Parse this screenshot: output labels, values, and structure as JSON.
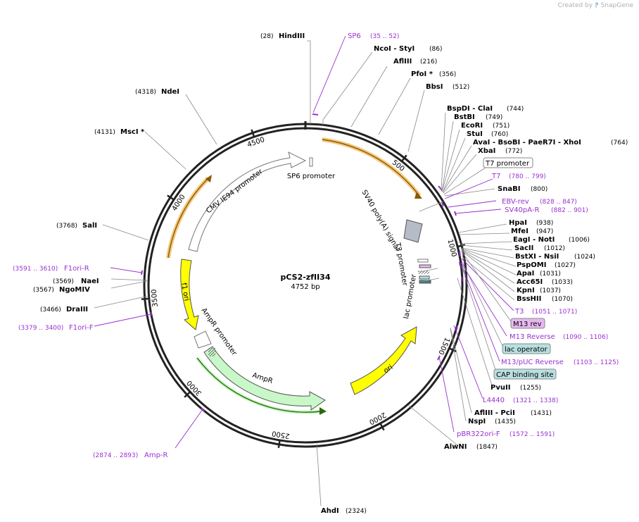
{
  "credit": {
    "created_by": "Created by",
    "logo_text": "SnapGene"
  },
  "plasmid": {
    "name": "pCS2-zfII34",
    "size_label": "4752 bp",
    "length": 4752
  },
  "colors": {
    "site_label": "#000000",
    "feature_label": "#9b30d0",
    "backbone": "#222222",
    "arrow_yellow": "#ffff00",
    "arrow_green": "#c8f7c8",
    "arrow_white": "#ffffff",
    "primer_orange": "#f5c77e",
    "box_teal": "#b8e0e0",
    "box_purple": "#e6b8f0"
  },
  "ticks": [
    "500",
    "1000",
    "1500",
    "2000",
    "2500",
    "3000",
    "3500",
    "4000",
    "4500"
  ],
  "sites": [
    {
      "name": "HindIII",
      "pos": "(28)"
    },
    {
      "name": "NcoI  - StyI",
      "pos": "(86)"
    },
    {
      "name": "AflIII",
      "pos": "(216)"
    },
    {
      "name": "PfoI *",
      "pos": "(356)"
    },
    {
      "name": "BbsI",
      "pos": "(512)"
    },
    {
      "name": "BspDI  - ClaI",
      "pos": "(744)"
    },
    {
      "name": "BstBI",
      "pos": "(749)"
    },
    {
      "name": "EcoRI",
      "pos": "(751)"
    },
    {
      "name": "StuI",
      "pos": "(760)"
    },
    {
      "name": "AvaI  - BsoBI  - PaeR7I  - XhoI",
      "pos": "(764)"
    },
    {
      "name": "XbaI",
      "pos": "(772)"
    },
    {
      "name": "SnaBI",
      "pos": "(800)"
    },
    {
      "name": "HpaI",
      "pos": "(938)"
    },
    {
      "name": "MfeI",
      "pos": "(947)"
    },
    {
      "name": "EagI  - NotI",
      "pos": "(1006)"
    },
    {
      "name": "SacII",
      "pos": "(1012)"
    },
    {
      "name": "BstXI  - NsiI",
      "pos": "(1024)"
    },
    {
      "name": "PspOMI",
      "pos": "(1027)"
    },
    {
      "name": "ApaI",
      "pos": "(1031)"
    },
    {
      "name": "Acc65I",
      "pos": "(1033)"
    },
    {
      "name": "KpnI",
      "pos": "(1037)"
    },
    {
      "name": "BssHII",
      "pos": "(1070)"
    },
    {
      "name": "PvuII",
      "pos": "(1255)"
    },
    {
      "name": "AflIII  - PciI",
      "pos": "(1431)"
    },
    {
      "name": "NspI",
      "pos": "(1435)"
    },
    {
      "name": "AlwNI",
      "pos": "(1847)"
    },
    {
      "name": "AhdI",
      "pos": "(2324)"
    },
    {
      "name": "SalI",
      "pos": "(3768)"
    },
    {
      "name": "NaeI",
      "pos": "(3569)"
    },
    {
      "name": "NgoMIV",
      "pos": "(3567)"
    },
    {
      "name": "DraIII",
      "pos": "(3466)"
    },
    {
      "name": "MscI *",
      "pos": "(4131)"
    },
    {
      "name": "NdeI",
      "pos": "(4318)"
    }
  ],
  "primer_labels": [
    {
      "name": "SP6",
      "range": "(35 .. 52)"
    },
    {
      "name": "T7",
      "range": "(780 .. 799)"
    },
    {
      "name": "EBV-rev",
      "range": "(828 .. 847)"
    },
    {
      "name": "SV40pA-R",
      "range": "(882 .. 901)"
    },
    {
      "name": "T3",
      "range": "(1051 .. 1071)"
    },
    {
      "name": "M13 Reverse",
      "range": "(1090 .. 1106)"
    },
    {
      "name": "M13/pUC Reverse",
      "range": "(1103 .. 1125)"
    },
    {
      "name": "L4440",
      "range": "(1321 .. 1338)"
    },
    {
      "name": "pBR322ori-F",
      "range": "(1572 .. 1591)"
    },
    {
      "name": "Amp-R",
      "range": "(2874 .. 2893)"
    },
    {
      "name": "F1ori-F",
      "range": "(3379 .. 3400)"
    },
    {
      "name": "F1ori-R",
      "range": "(3591 .. 3610)"
    }
  ],
  "boxed_labels": [
    {
      "name": "T7 promoter"
    },
    {
      "name": "M13 rev"
    },
    {
      "name": "lac operator"
    },
    {
      "name": "CAP binding site"
    }
  ],
  "feature_labels": [
    {
      "name": "SP6 promoter"
    },
    {
      "name": "SV40 poly(A) signal"
    },
    {
      "name": "T3 promoter"
    },
    {
      "name": "lac promoter"
    },
    {
      "name": "ori"
    },
    {
      "name": "AmpR"
    },
    {
      "name": "AmpR promoter"
    },
    {
      "name": "f1 ori"
    },
    {
      "name": "CMV IE94 promoter"
    }
  ]
}
